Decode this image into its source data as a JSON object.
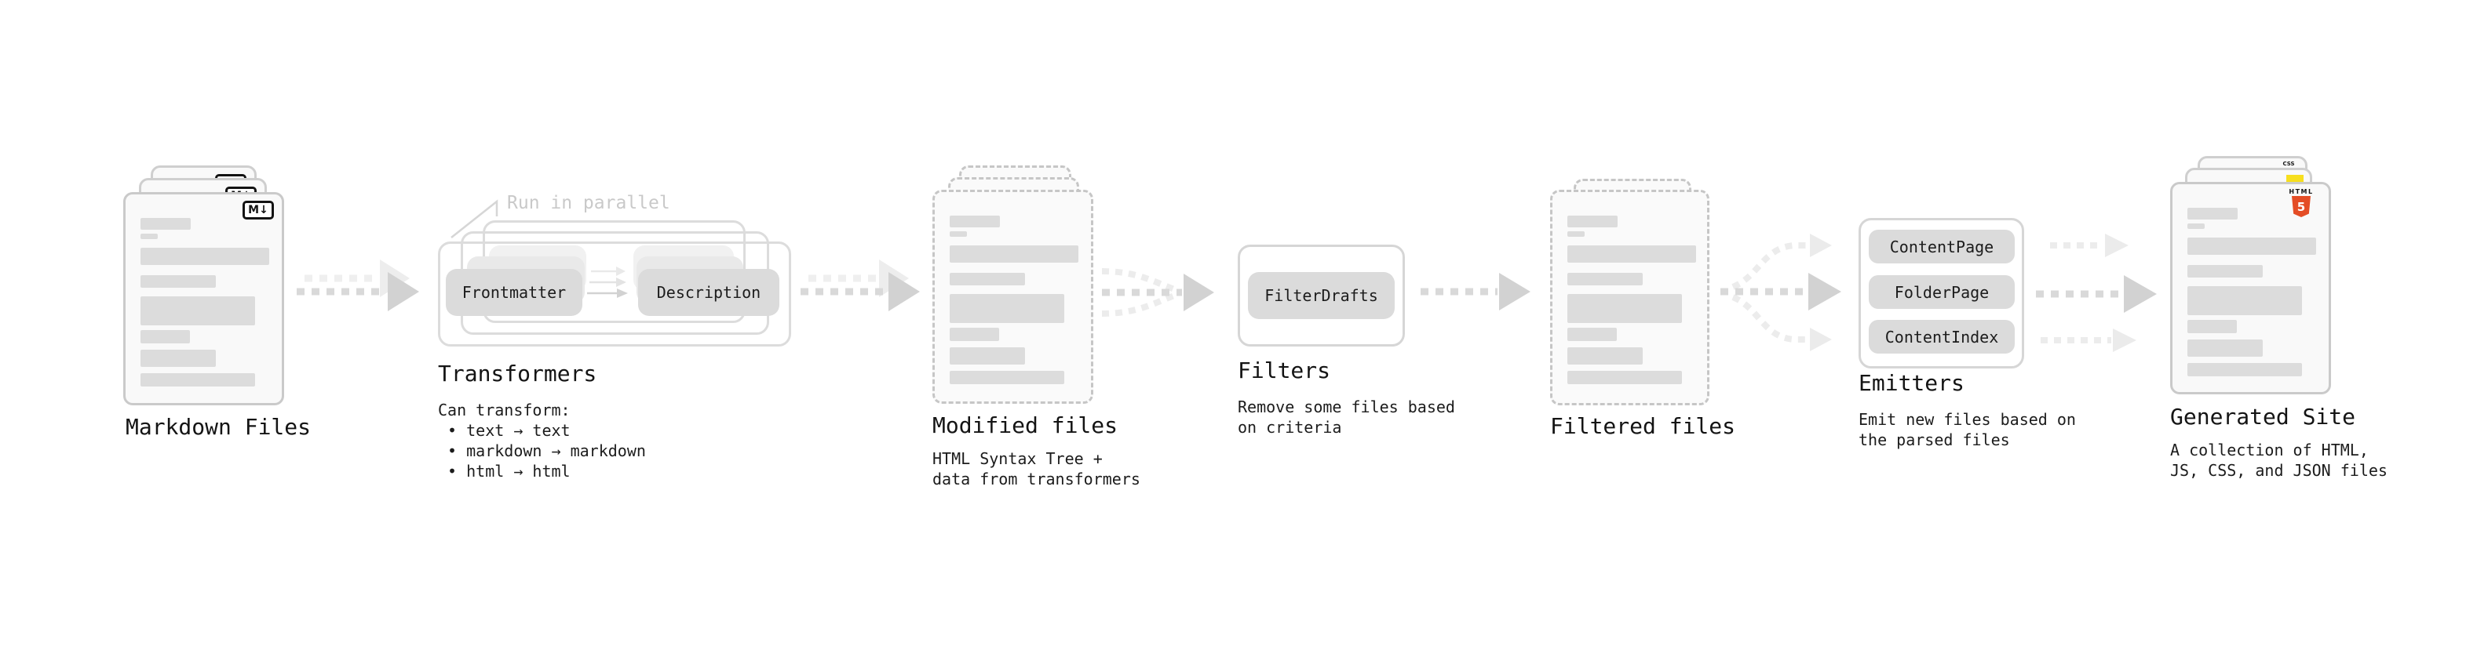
{
  "stages": [
    {
      "id": "markdown-files",
      "label": "Markdown Files"
    },
    {
      "id": "transformers",
      "label": "Transformers",
      "annotation": "Run in parallel",
      "pills": [
        "Frontmatter",
        "Description"
      ],
      "details": "Can transform:\n • text → text\n • markdown → markdown\n • html → html"
    },
    {
      "id": "modified-files",
      "label": "Modified files",
      "details": "HTML Syntax Tree +\ndata from transformers"
    },
    {
      "id": "filters",
      "label": "Filters",
      "pills": [
        "FilterDrafts"
      ],
      "details": "Remove some files based\non criteria"
    },
    {
      "id": "filtered-files",
      "label": "Filtered files"
    },
    {
      "id": "emitters",
      "label": "Emitters",
      "pills": [
        "ContentPage",
        "FolderPage",
        "ContentIndex"
      ],
      "details": "Emit new files based on\nthe parsed files"
    },
    {
      "id": "generated-site",
      "label": "Generated Site",
      "details": "A collection of HTML,\nJS, CSS, and JSON files"
    }
  ],
  "logos": {
    "markdown": "M↓",
    "html5_label": "HTML",
    "html5_numeral": "5",
    "css_label": "CSS"
  },
  "colors": {
    "html5_orange": "#e44d26",
    "js_yellow": "#f7df1e",
    "css_blue": "#2962ff",
    "skeleton_gray": "#dcdcdc"
  }
}
